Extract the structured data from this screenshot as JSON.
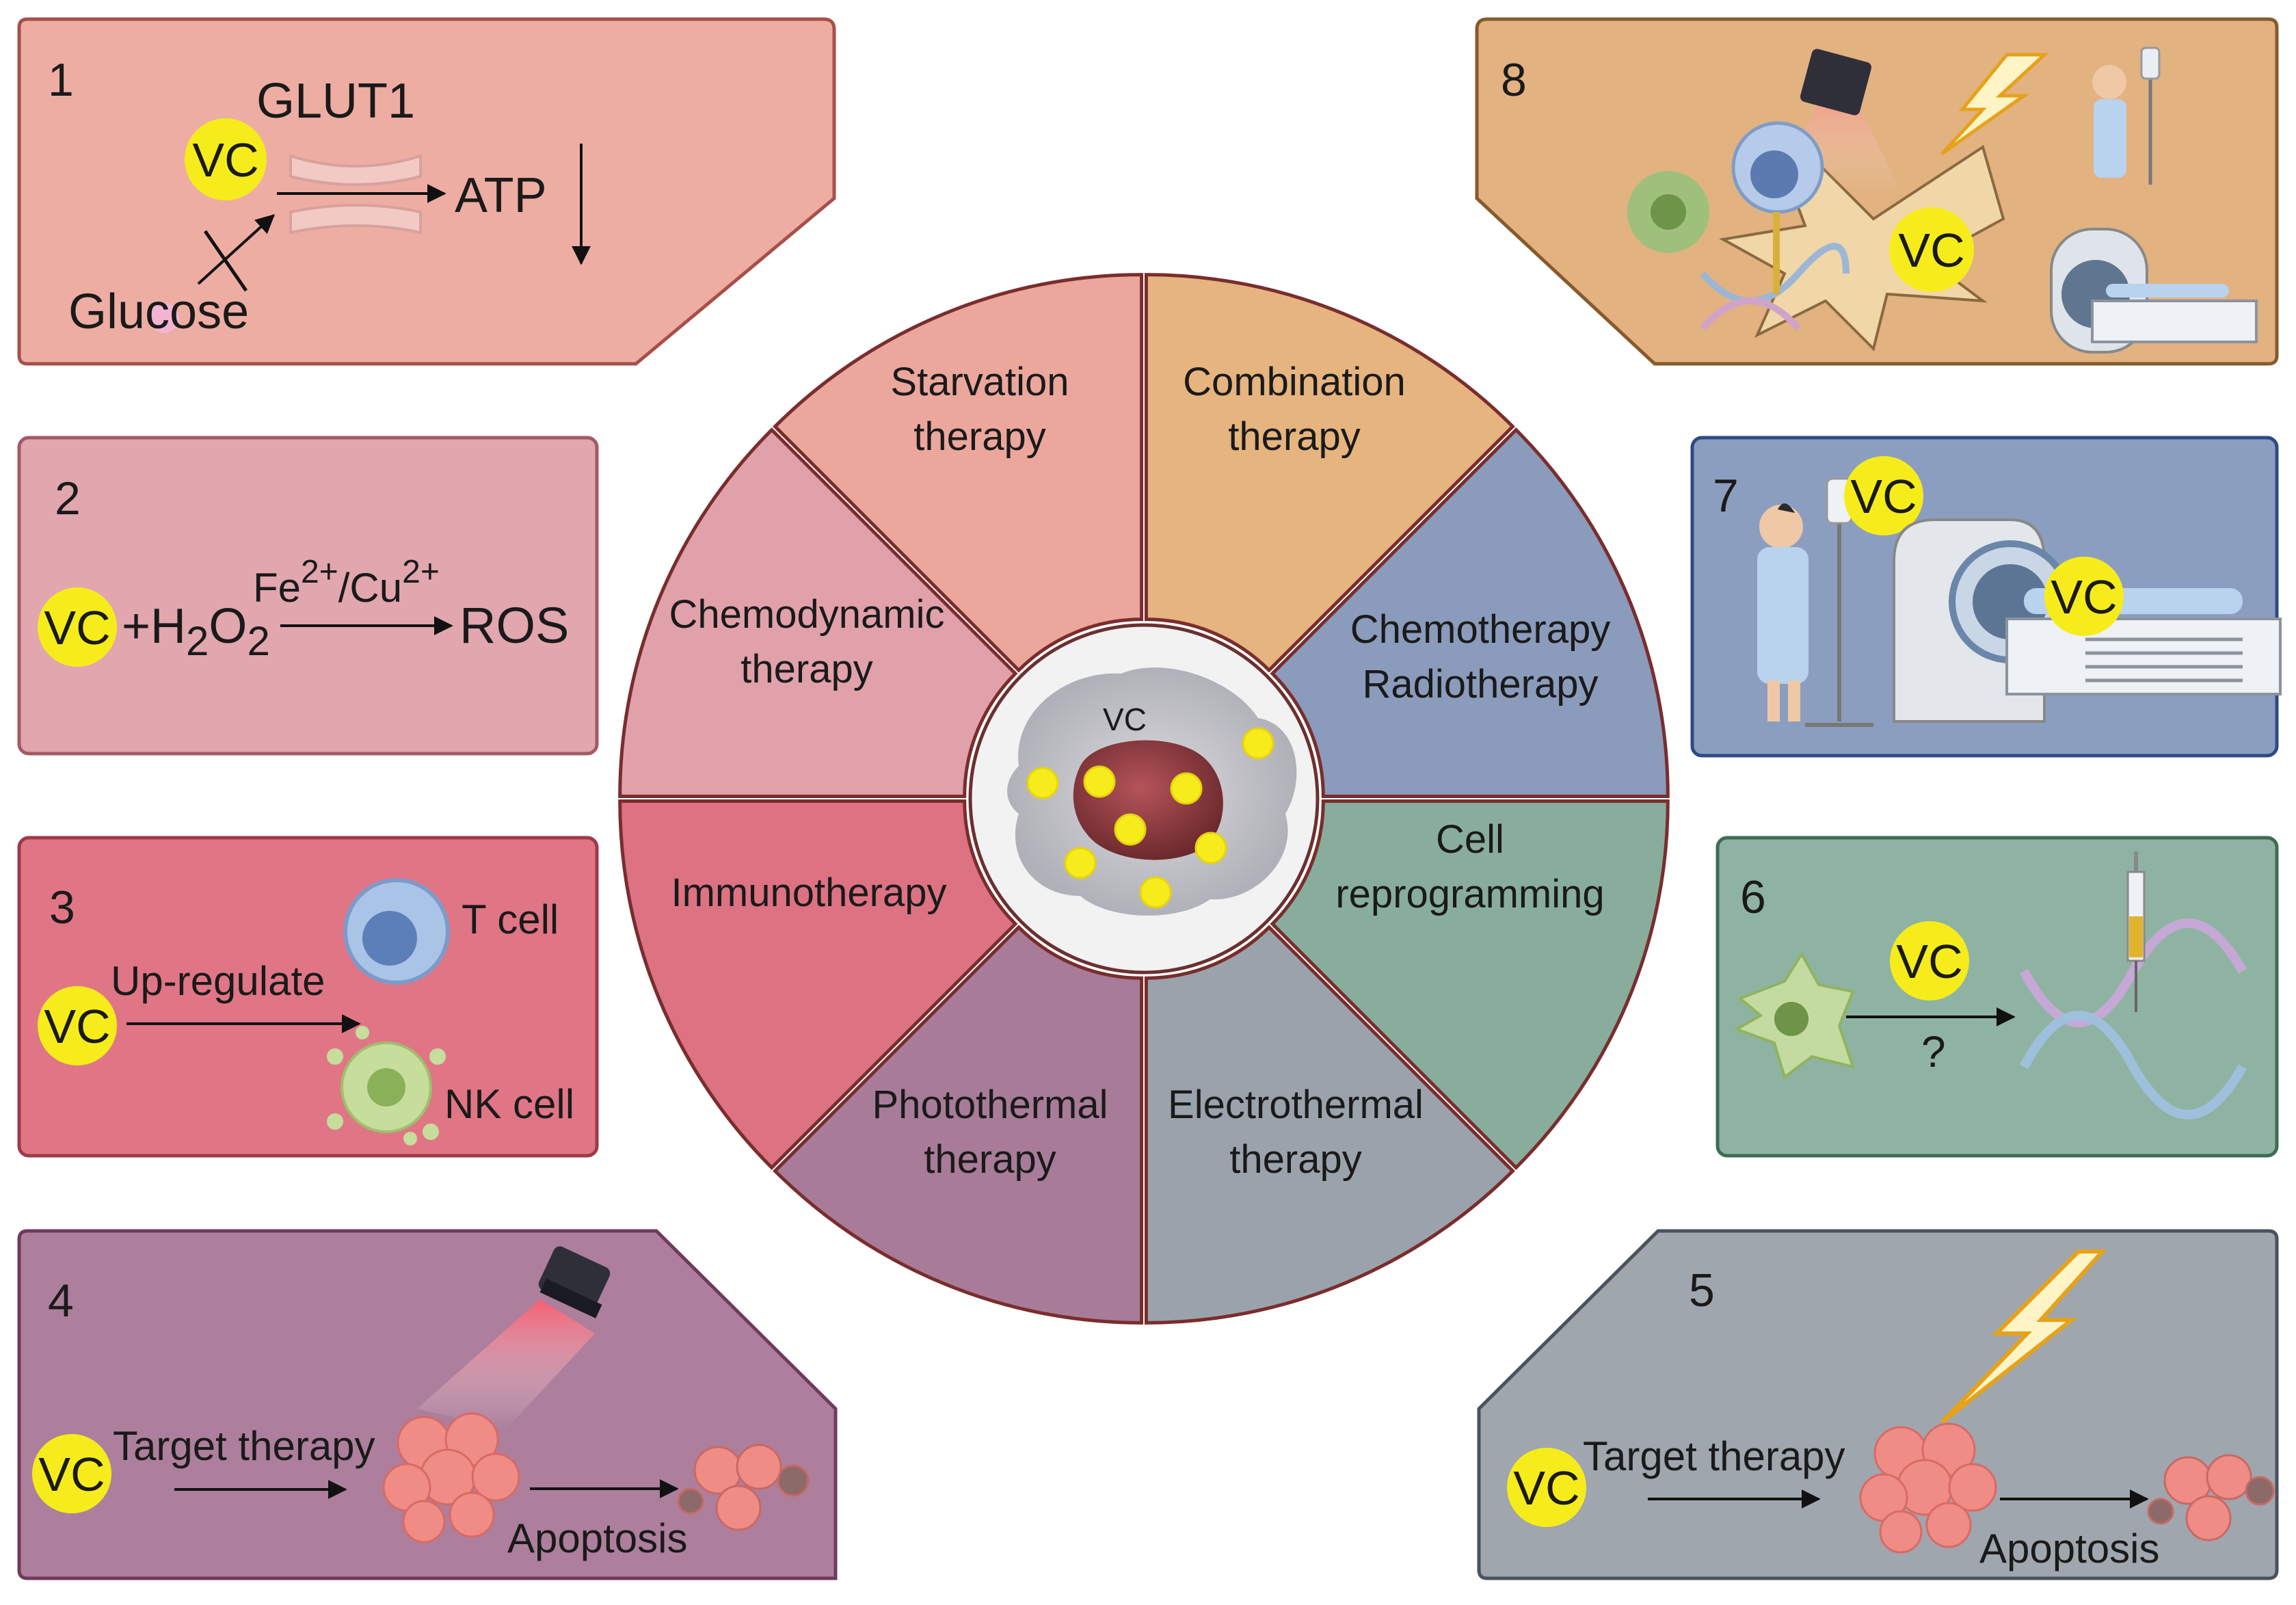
{
  "center": {
    "label": "VC",
    "segments": [
      {
        "label_line1": "Starvation",
        "label_line2": "therapy",
        "color": "#eba79c"
      },
      {
        "label_line1": "Combination",
        "label_line2": "therapy",
        "color": "#e5b47f"
      },
      {
        "label_line1": "Chemotherapy",
        "label_line2": "Radiotherapy",
        "color": "#8a9bbc"
      },
      {
        "label_line1": "Cell",
        "label_line2": "reprogramming",
        "color": "#88ad9c"
      },
      {
        "label_line1": "Electrothermal",
        "label_line2": "therapy",
        "color": "#9aa3ac"
      },
      {
        "label_line1": "Photothermal",
        "label_line2": "therapy",
        "color": "#a87c98"
      },
      {
        "label_line1": "Immunotherapy",
        "label_line2": "",
        "color": "#dd7283"
      },
      {
        "label_line1": "Chemodynamic",
        "label_line2": "therapy",
        "color": "#e1a1aa"
      }
    ]
  },
  "panels": {
    "p1": {
      "number": "1",
      "vc": "VC",
      "glut": "GLUT1",
      "atp": "ATP",
      "glucose": "Glucose",
      "color": "#eeada3"
    },
    "p2": {
      "number": "2",
      "vc": "VC",
      "plus": "+H",
      "sub2a": "2",
      "o": "O",
      "sub2b": "2",
      "catalyst": "Fe",
      "sup1": "2+",
      "slash_cu": "/Cu",
      "sup2": "2+",
      "ros": "ROS",
      "color": "#e1a6ae"
    },
    "p3": {
      "number": "3",
      "vc": "VC",
      "upregulate": "Up-regulate",
      "tcell": "T cell",
      "nkcell": "NK cell",
      "color": "#e07685"
    },
    "p4": {
      "number": "4",
      "vc": "VC",
      "target": "Target therapy",
      "apoptosis": "Apoptosis",
      "color": "#ad7f9c"
    },
    "p5": {
      "number": "5",
      "vc": "VC",
      "target": "Target therapy",
      "apoptosis": "Apoptosis",
      "color": "#9fa6ae"
    },
    "p6": {
      "number": "6",
      "vc": "VC",
      "question": "?",
      "color": "#8fb3a2"
    },
    "p7": {
      "number": "7",
      "vc1": "VC",
      "vc2": "VC",
      "color": "#8c9ec0"
    },
    "p8": {
      "number": "8",
      "vc": "VC",
      "color": "#e2b281"
    }
  },
  "colors": {
    "vc_circle": "#f6ec1c",
    "stroke_dark": "#7a2d2d"
  }
}
